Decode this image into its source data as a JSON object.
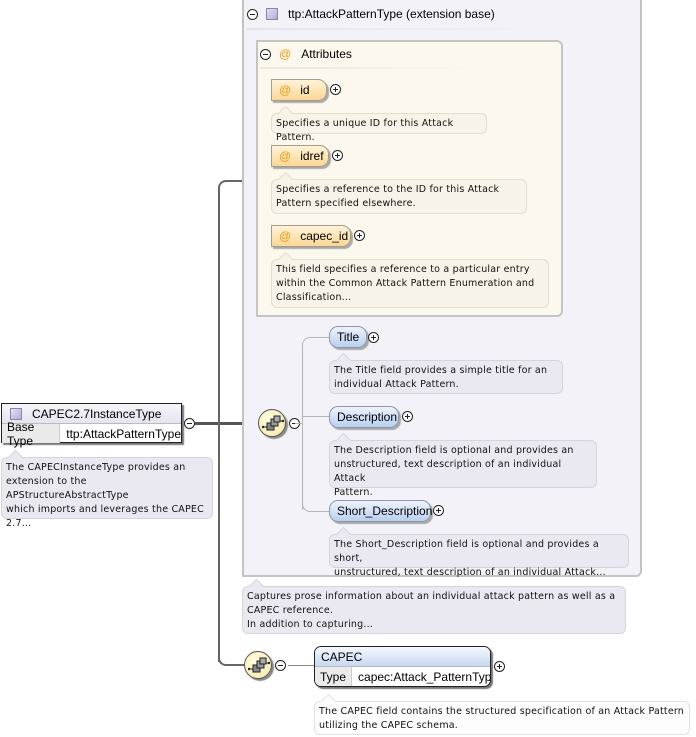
{
  "root": {
    "name": "CAPEC2.7InstanceType",
    "base_type_label": "Base Type",
    "base_type_value": "ttp:AttackPatternType",
    "doc": "The CAPECInstanceType provides an\nextension to the APStructureAbstractType\nwhich imports and leverages the CAPEC\n2.7..."
  },
  "extension": {
    "title": "ttp:AttackPatternType (extension base)",
    "doc": "Captures prose information about an individual attack pattern as well as a\nCAPEC reference.\nIn addition to capturing..."
  },
  "attributes": {
    "title": "Attributes",
    "items": [
      {
        "name": "id",
        "doc": "Specifies a unique ID for this Attack Pattern."
      },
      {
        "name": "idref",
        "doc": "Specifies a reference to the ID for this Attack\nPattern specified elsewhere."
      },
      {
        "name": "capec_id",
        "doc": "This field specifies a reference to a particular entry\nwithin the Common Attack Pattern Enumeration and\nClassification..."
      }
    ]
  },
  "sequence_elements": [
    {
      "name": "Title",
      "doc": "The Title field provides a simple title for an\nindividual Attack Pattern."
    },
    {
      "name": "Description",
      "doc": "The Description field is optional and provides an\nunstructured, text description of an individual Attack\nPattern."
    },
    {
      "name": "Short_Description",
      "doc": "The Short_Description field is optional and provides a short,\nunstructured, text description of an individual Attack..."
    }
  ],
  "capec_element": {
    "name": "CAPEC",
    "type_label": "Type",
    "type_value": "capec:Attack_PatternType",
    "doc": "The CAPEC field contains the structured specification of an Attack Pattern\nutilizing the CAPEC schema."
  },
  "icons": {
    "attribute_marker": "@",
    "collapse": "minus-circle",
    "expand": "plus-circle",
    "sequence": "sequence-compositor",
    "complex_type": "type-square"
  }
}
